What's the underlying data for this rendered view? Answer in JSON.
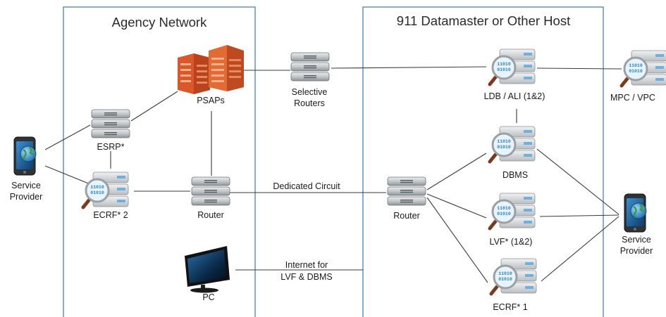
{
  "regions": {
    "agency_network": {
      "title": "Agency Network"
    },
    "host": {
      "title": "911 Datamaster or Other Host"
    }
  },
  "nodes": {
    "service_provider_left": {
      "label_line1": "Service",
      "label_line2": "Provider"
    },
    "esrp": {
      "label": "ESRP*"
    },
    "ecrf2": {
      "label": "ECRF* 2"
    },
    "psaps": {
      "label": "PSAPs"
    },
    "router_agency": {
      "label": "Router"
    },
    "pc": {
      "label": "PC"
    },
    "selective_routers": {
      "label_line1": "Selective",
      "label_line2": "Routers"
    },
    "ldb_ali": {
      "label": "LDB / ALI (1&2)"
    },
    "mpc_vpc": {
      "label": "MPC / VPC"
    },
    "dbms": {
      "label": "DBMS"
    },
    "router_host": {
      "label": "Router"
    },
    "lvf": {
      "label": "LVF* (1&2)"
    },
    "ecrf1": {
      "label": "ECRF* 1"
    },
    "service_provider_right": {
      "label_line1": "Service",
      "label_line2": "Provider"
    }
  },
  "links": {
    "dedicated_circuit": {
      "label": "Dedicated Circuit"
    },
    "internet": {
      "label_line1": "Internet for",
      "label_line2": "LVF  & DBMS"
    }
  },
  "colors": {
    "region_border": "#4f7fb0",
    "line": "#3a3a3a",
    "building": "#e0642e",
    "server_body": "#c9ccce",
    "db_accent": "#6fb0dc",
    "phone_screen": "#2a79b8"
  }
}
